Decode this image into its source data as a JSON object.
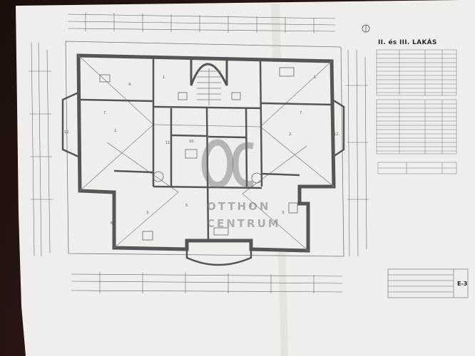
{
  "plan": {
    "title": "II. és III. LAKÁS",
    "sheet_code": "E-3"
  },
  "watermark": {
    "line1": "OTTHON",
    "line2": "CENTRUM"
  },
  "colors": {
    "paper": "#efeeea",
    "ink": "#4a4a4a",
    "wall": "#5a5a5a",
    "background": "#2a1712"
  }
}
